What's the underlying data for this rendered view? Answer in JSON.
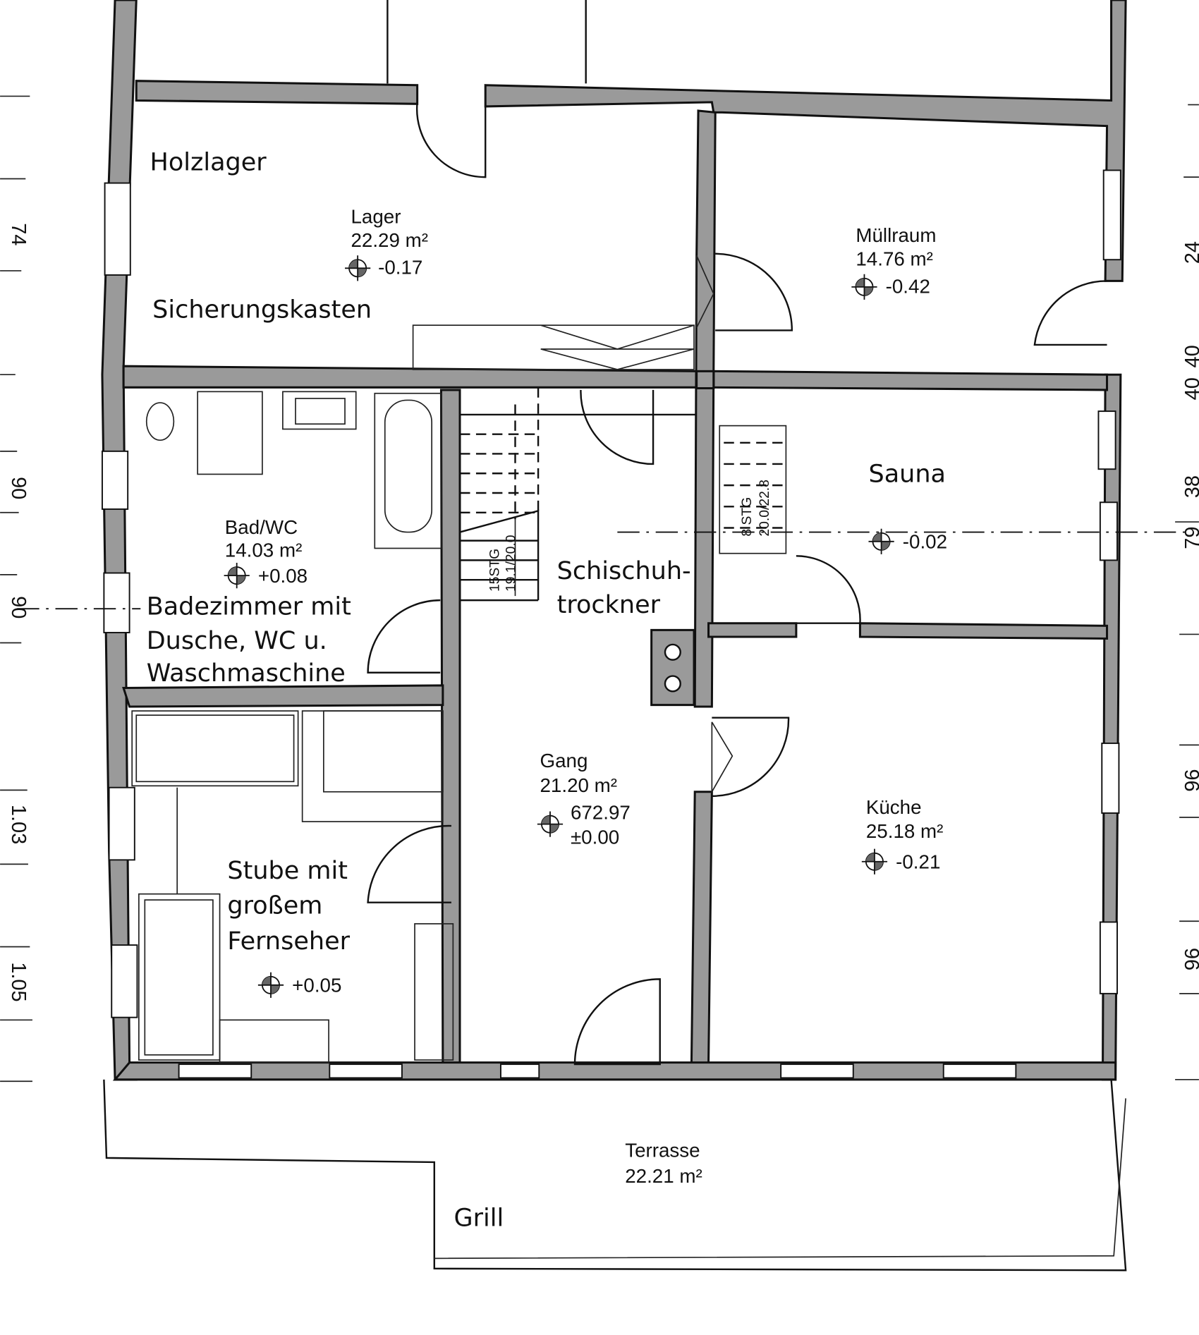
{
  "rooms": {
    "holzlager": {
      "label": "Holzlager"
    },
    "lager": {
      "name": "Lager",
      "area": "22.29 m²",
      "level": "-0.17"
    },
    "sicherung": {
      "label": "Sicherungskasten"
    },
    "muellraum": {
      "name": "Müllraum",
      "area": "14.76 m²",
      "level": "-0.42"
    },
    "sauna": {
      "label": "Sauna",
      "level": "-0.02"
    },
    "bad": {
      "name": "Bad/WC",
      "area": "14.03 m²",
      "level": "+0.08",
      "note": [
        "Badezimmer mit",
        "Dusche, WC u.",
        "Waschmaschine"
      ]
    },
    "schischuh": {
      "note": [
        "Schischuh-",
        "trockner"
      ]
    },
    "gang": {
      "name": "Gang",
      "area": "21.20 m²",
      "elevation": "672.97",
      "level": "±0.00"
    },
    "kueche": {
      "name": "Küche",
      "area": "25.18 m²",
      "level": "-0.21"
    },
    "stube": {
      "note": [
        "Stube mit",
        "großem",
        "Fernseher"
      ],
      "level": "+0.05"
    },
    "terrasse": {
      "name": "Terrasse",
      "area": "22.21 m²"
    },
    "grill": {
      "label": "Grill"
    }
  },
  "stairs": {
    "main": {
      "steps": "15STG",
      "ratio": "19.1/20.0"
    },
    "sauna": {
      "steps": "8 STG",
      "ratio": "20.0/22.8"
    }
  },
  "dimensions": {
    "left": [
      "74",
      "90",
      "90",
      "1.03",
      "1.05"
    ],
    "right": [
      "24",
      "40",
      "40",
      "38",
      "79",
      "96",
      "96"
    ]
  },
  "colors": {
    "wall": "#9a9a9a",
    "line": "#111111"
  }
}
